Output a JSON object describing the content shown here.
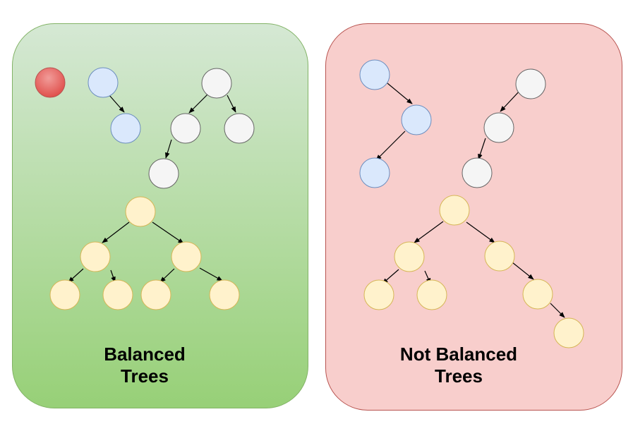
{
  "balanced_panel": {
    "caption_line1": "Balanced",
    "caption_line2": "Trees",
    "fill_top": "#d5e8d4",
    "fill_bottom": "#97d077"
  },
  "not_balanced_panel": {
    "caption_line1": "Not Balanced",
    "caption_line2": "Trees",
    "fill": "#f8cecc"
  },
  "node_colors": {
    "red": "#ea6b66",
    "blue": "#dae8fc",
    "white": "#f5f5f5",
    "yellow": "#fff2cc"
  },
  "edge_color": "#000000"
}
